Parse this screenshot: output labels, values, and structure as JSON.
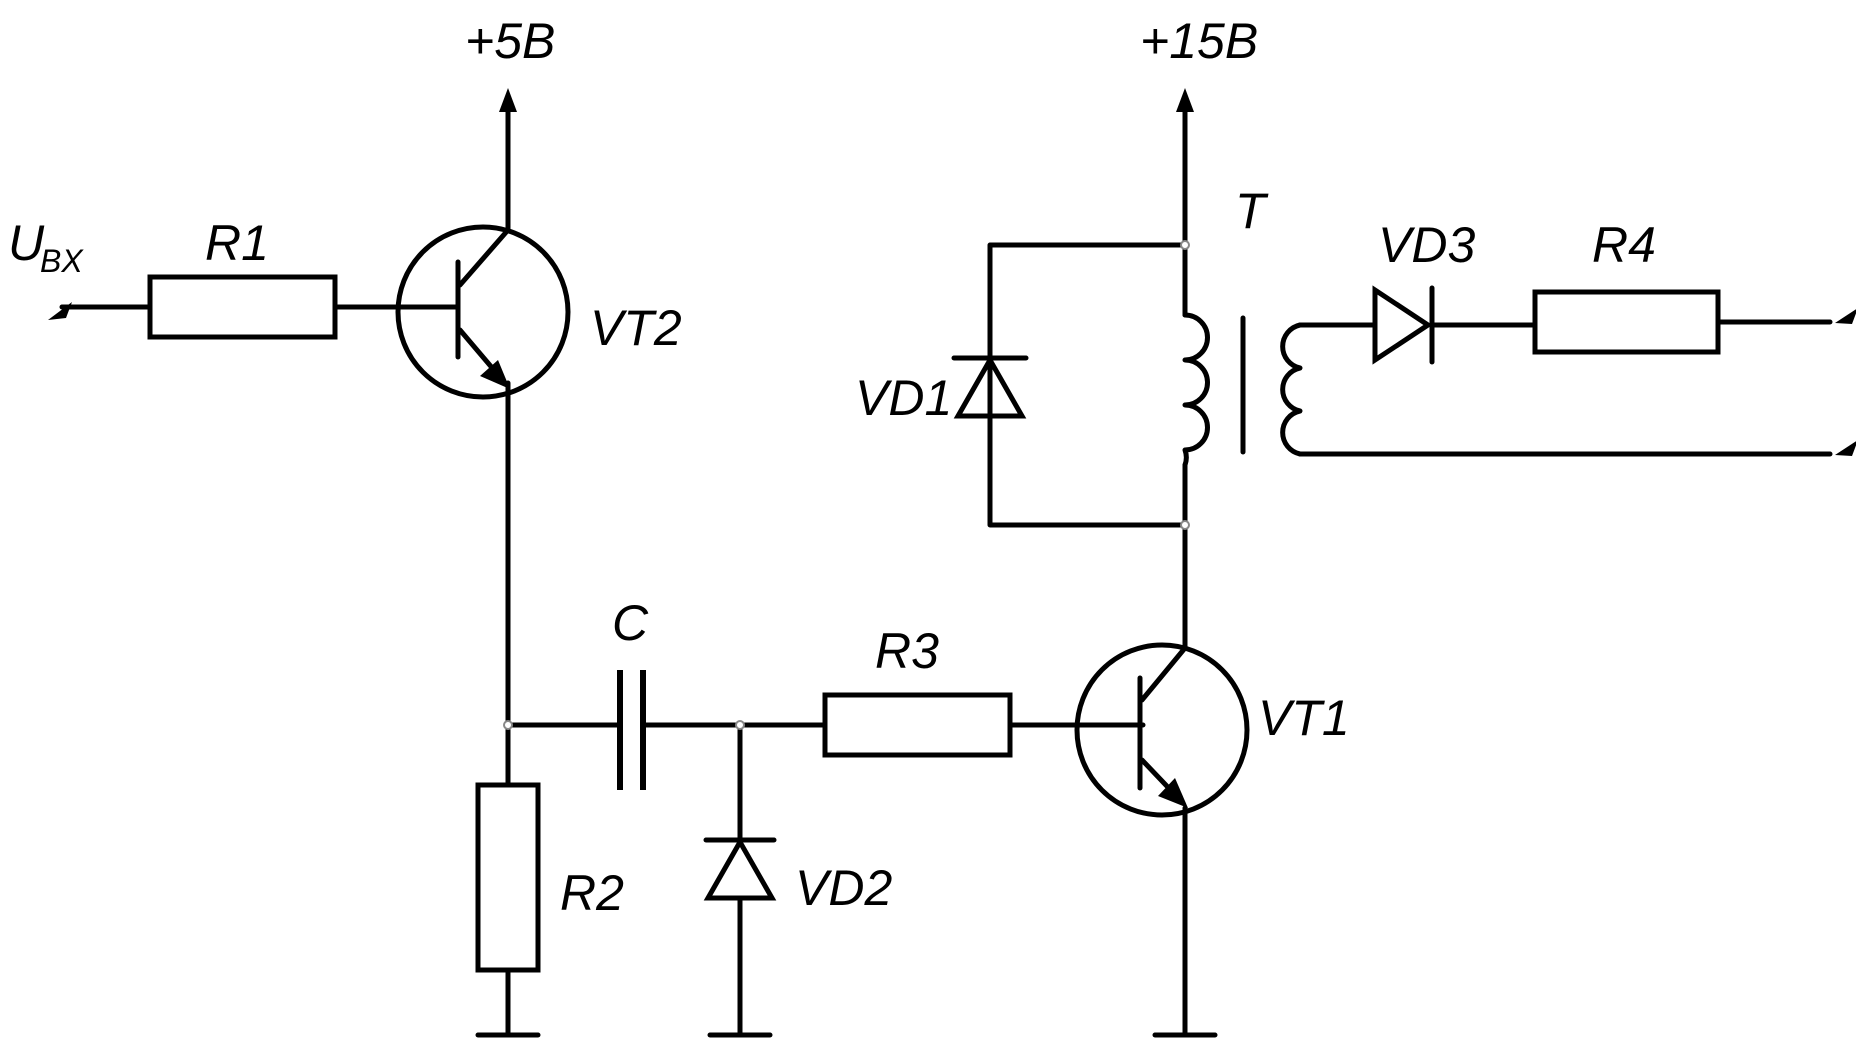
{
  "labels": {
    "vcc_5": "+5В",
    "vcc_15": "+15В",
    "input_main": "U",
    "input_sub": "BX",
    "r1": "R1",
    "r2": "R2",
    "r3": "R3",
    "r4": "R4",
    "c": "C",
    "vt1": "VT1",
    "vt2": "VT2",
    "vd1": "VD1",
    "vd2": "VD2",
    "vd3": "VD3",
    "t": "T"
  }
}
